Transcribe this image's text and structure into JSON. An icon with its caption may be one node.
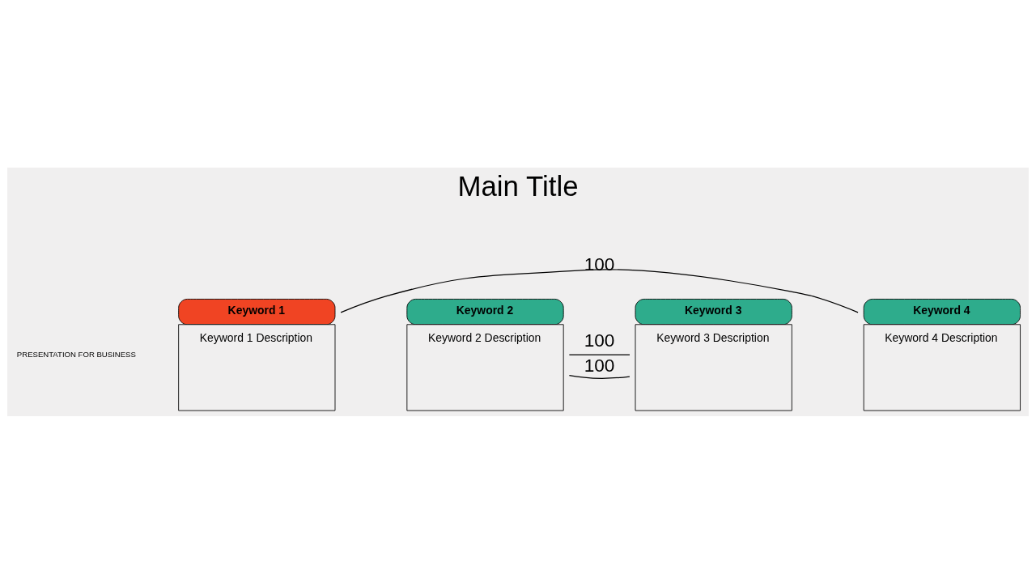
{
  "diagram": {
    "title": "Main Title",
    "nodes": [
      {
        "text": [
          "Keyword 1",
          "Keyword 1 Description"
        ]
      },
      {
        "text": [
          "Keyword 2",
          "Keyword 2 Description"
        ]
      },
      {
        "text": [
          "Keyword 3",
          "Keyword 3 Description"
        ]
      },
      {
        "text": [
          "Keyword 4",
          "Keyword 4 Description"
        ]
      }
    ],
    "edges": [
      {
        "from": 0,
        "to": 3,
        "arrow": "none",
        "label": "100"
      },
      {
        "from": 1,
        "to": 2,
        "arrow": "none",
        "label": "100"
      },
      {
        "from": 1,
        "to": 2,
        "arrow": "none",
        "label": "100"
      }
    ],
    "labels": [
      "PRESENTATION FOR BUSINESS"
    ]
  }
}
